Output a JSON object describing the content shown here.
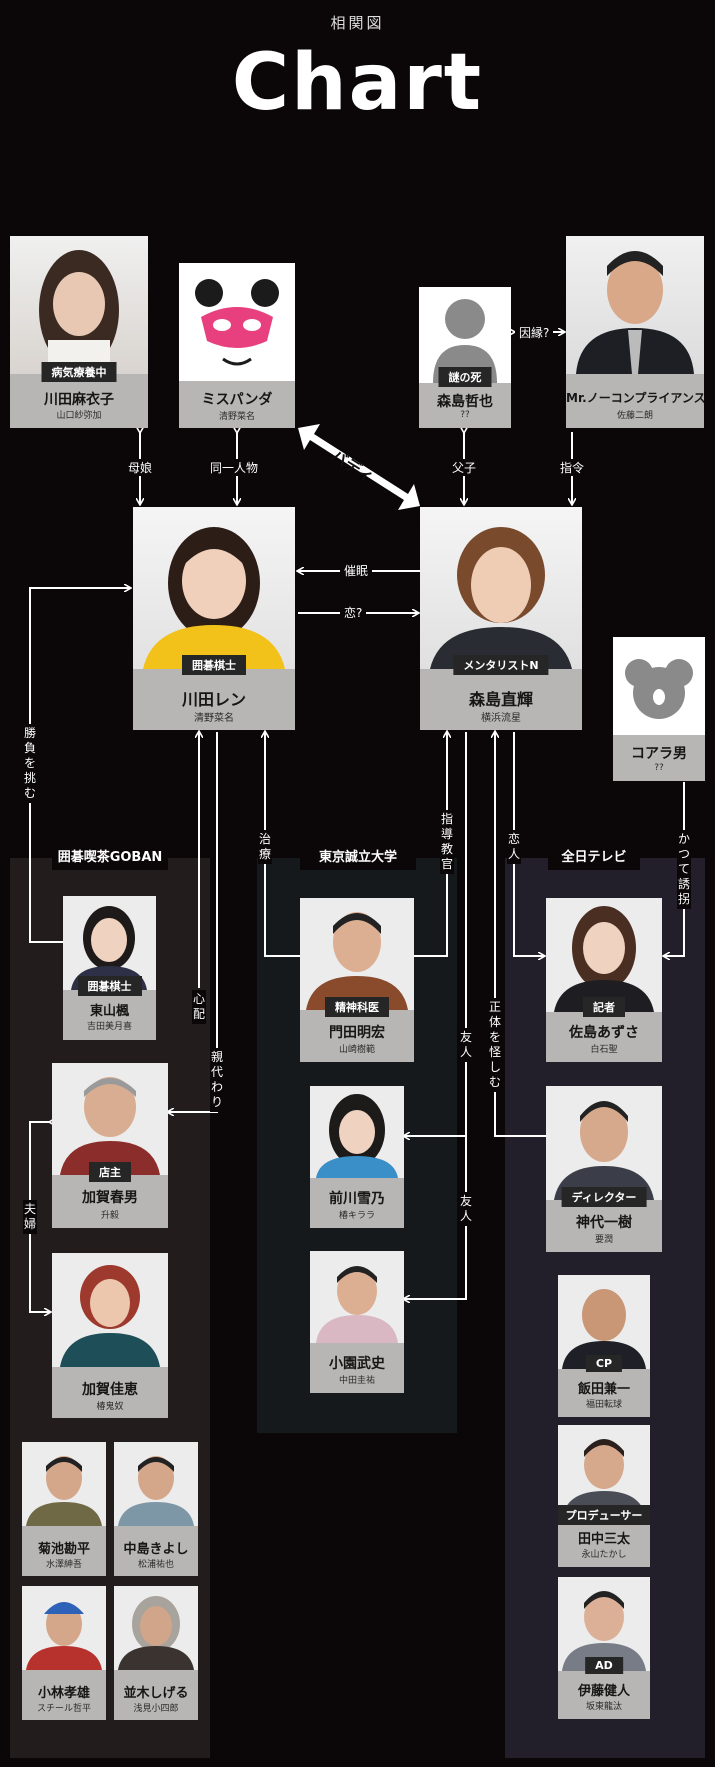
{
  "header": {
    "subtitle": "相関図",
    "title": "Chart"
  },
  "groups": {
    "goban": "囲碁喫茶GOBAN",
    "univ": "東京誠立大学",
    "tv": "全日テレビ"
  },
  "cards": {
    "kawada_maiko": {
      "role": "病気療養中",
      "name": "川田麻衣子",
      "actor": "山口紗弥加"
    },
    "miss_panda": {
      "name": "ミスパンダ",
      "actor": "清野菜名"
    },
    "morishima_tetsuya": {
      "role": "謎の死",
      "name": "森島哲也",
      "actor": "??"
    },
    "mr_noncompliance": {
      "name": "Mr.ノーコンプライアンス",
      "actor": "佐藤二朗"
    },
    "kawada_ren": {
      "role": "囲碁棋士",
      "name": "川田レン",
      "actor": "清野菜名"
    },
    "morishima_naoki": {
      "role": "メンタリストN",
      "name": "森島直輝",
      "actor": "横浜流星"
    },
    "koala": {
      "name": "コアラ男",
      "actor": "??"
    },
    "higashiyama": {
      "role": "囲碁棋士",
      "name": "東山楓",
      "actor": "吉田美月喜"
    },
    "kaga_haruo": {
      "role": "店主",
      "name": "加賀春男",
      "actor": "升毅"
    },
    "kaga_yoshie": {
      "name": "加賀佳恵",
      "actor": "椿鬼奴"
    },
    "kikuchi": {
      "name": "菊池勘平",
      "actor": "水澤紳吾"
    },
    "nakajima": {
      "name": "中島きよし",
      "actor": "松浦祐也"
    },
    "kobayashi": {
      "name": "小林孝雄",
      "actor": "スチール哲平"
    },
    "namiki": {
      "name": "並木しげる",
      "actor": "浅見小四郎"
    },
    "monda": {
      "role": "精神科医",
      "name": "門田明宏",
      "actor": "山崎樹範"
    },
    "maekawa": {
      "name": "前川雪乃",
      "actor": "椿キララ"
    },
    "kozono": {
      "name": "小園武史",
      "actor": "中田圭祐"
    },
    "sajima": {
      "role": "記者",
      "name": "佐島あずさ",
      "actor": "白石聖"
    },
    "kamishiro": {
      "role": "ディレクター",
      "name": "神代一樹",
      "actor": "要潤"
    },
    "iida": {
      "role": "CP",
      "name": "飯田兼一",
      "actor": "福田転球"
    },
    "tanaka": {
      "role": "プロデューサー",
      "name": "田中三太",
      "actor": "永山たかし"
    },
    "ito": {
      "role": "AD",
      "name": "伊藤健人",
      "actor": "坂東龍汰"
    }
  },
  "relations": {
    "in_en": "因縁?",
    "boyjo": "母娘",
    "dou_itsu": "同一人物",
    "buddy": "バディ",
    "fushi": "父子",
    "shirei": "指令",
    "saimin": "催眠",
    "koi": "恋?",
    "shoubu": "勝負を挑む",
    "shinpai": "心配",
    "oyagawari": "親代わり",
    "chiryou": "治療",
    "shidou": "指導教官",
    "koibito": "恋人",
    "yuukai": "かつて誘拐",
    "shoutai": "正体を怪しむ",
    "yuujin1": "友人",
    "yuujin2": "友人",
    "fuufu": "夫婦"
  }
}
